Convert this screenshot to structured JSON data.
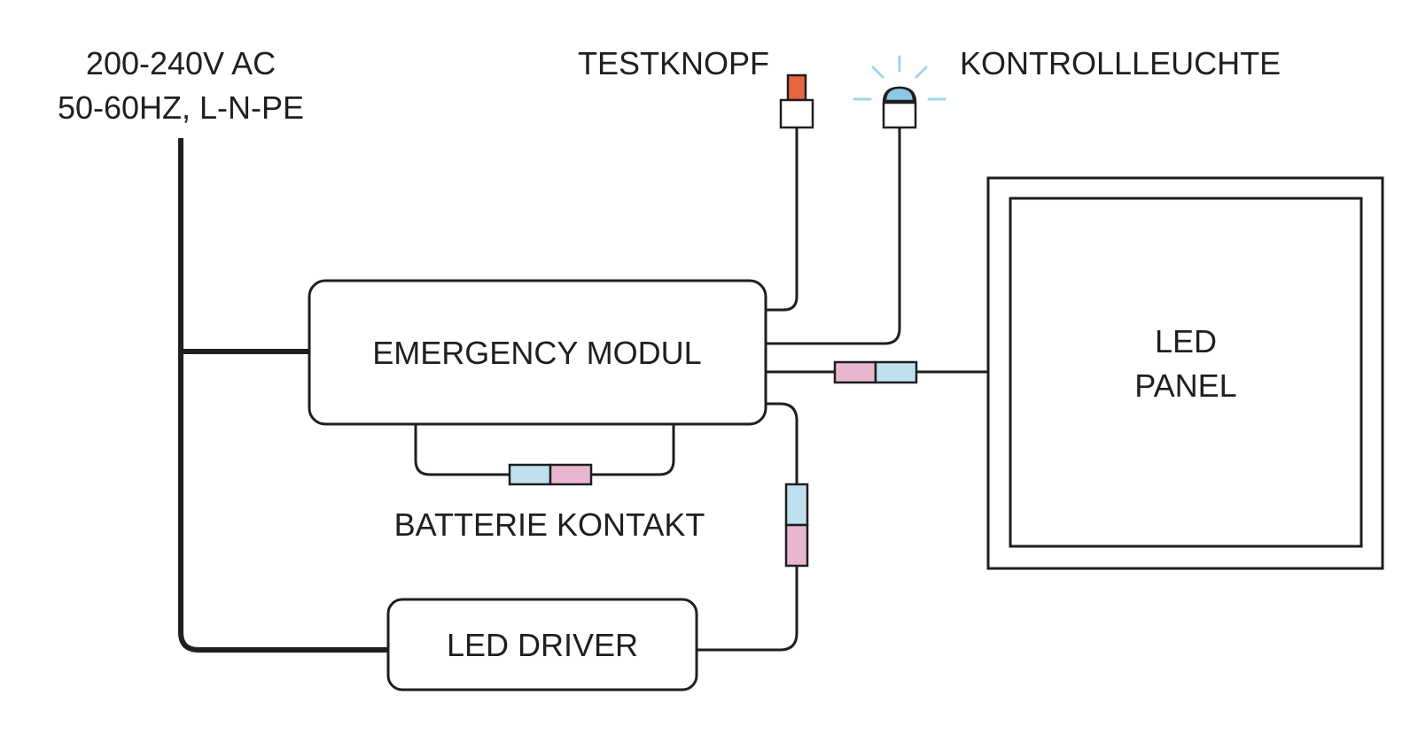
{
  "supply": {
    "line1": "200-240V AC",
    "line2": "50-60HZ, L-N-PE"
  },
  "test_button": {
    "label": "TESTKNOPF"
  },
  "indicator_light": {
    "label": "KONTROLLLEUCHTE"
  },
  "emergency_module": {
    "label": "EMERGENCY MODUL"
  },
  "battery_contact": {
    "label": "BATTERIE KONTAKT"
  },
  "led_driver": {
    "label": "LED DRIVER"
  },
  "led_panel": {
    "line1": "LED",
    "line2": "PANEL"
  },
  "colors": {
    "wire": "#1f1f1f",
    "connector_pink": "#e9b6cf",
    "connector_blue": "#bfe0ef",
    "button_red": "#e8663f",
    "lamp_blue": "#8cc8e6",
    "light_rays": "#9fd6ea"
  }
}
